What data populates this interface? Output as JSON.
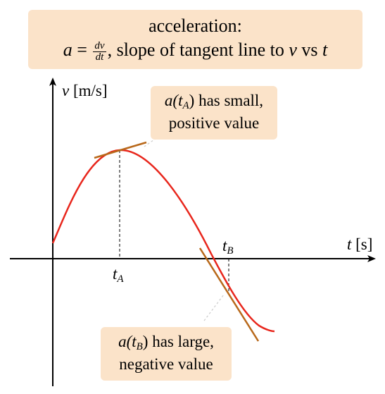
{
  "title": {
    "line1": "acceleration:",
    "a_var": "a",
    "equals": " = ",
    "frac_num": "dv",
    "frac_den": "dt",
    "rest": ", slope of tangent line to ",
    "v_var": "v",
    "vs": " vs ",
    "t_var": "t"
  },
  "axes": {
    "v_var": "v",
    "v_unit": " [m/s]",
    "t_var": "t",
    "t_unit": " [s]"
  },
  "ticks": {
    "tA_main": "t",
    "tA_sub": "A",
    "tB_main": "t",
    "tB_sub": "B"
  },
  "callout_a": {
    "prefix": "a(",
    "t": "t",
    "sub": "A",
    "suffix": ") has small,",
    "line2": "positive value"
  },
  "callout_b": {
    "prefix": "a(",
    "t": "t",
    "sub": "B",
    "suffix": ") has large,",
    "line2": "negative value"
  },
  "colors": {
    "curve": "#e8261c",
    "tangent": "#b8681a",
    "callout_bg": "#fbe3c9",
    "axis": "#000000"
  }
}
